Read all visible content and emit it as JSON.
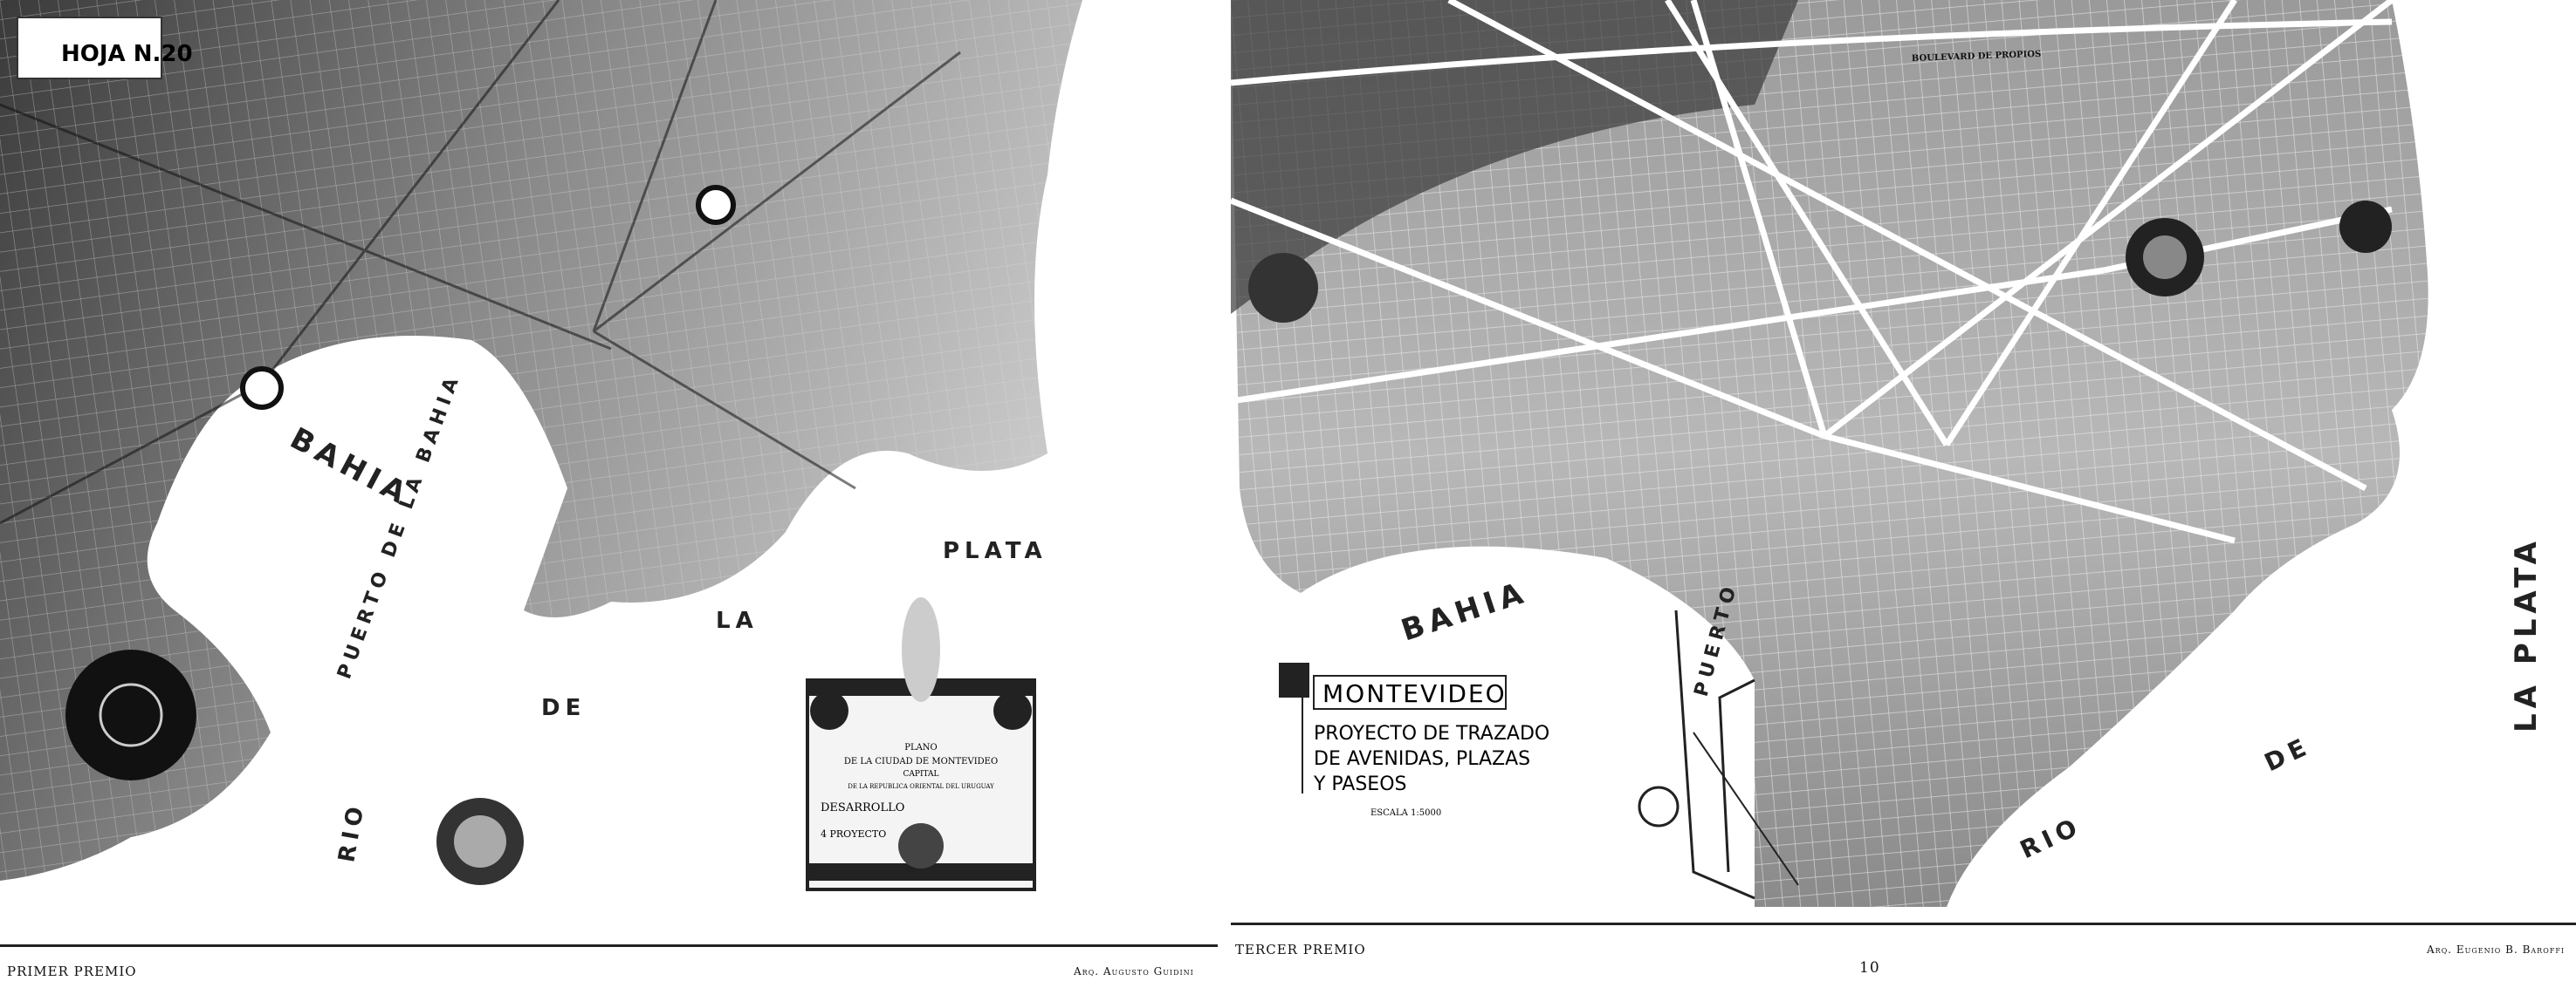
{
  "page_number": "10",
  "plates": [
    {
      "caption": "PRIMER PREMIO",
      "author": "Arq. Augusto Guidini",
      "sheet_label": "HOJA N.20",
      "labels": {
        "bay": "BAHIA",
        "port": "PUERTO DE LA BAHIA",
        "plata": "PLATA",
        "la": "LA",
        "de": "DE",
        "rio": "RIO"
      },
      "cartouche": {
        "lines": [
          "PLANO",
          "DE LA CIUDAD DE MONTEVIDEO",
          "CAPITAL",
          "DE LA REPUBLICA ORIENTAL DEL URUGUAY",
          "DESARROLLO",
          "4 PROYECTO"
        ]
      }
    },
    {
      "caption": "TERCER PREMIO",
      "author": "Arq. Eugenio B. Baroffi",
      "title": "MONTEVIDEO",
      "subtitle_lines": [
        "PROYECTO DE TRAZADO",
        "DE AVENIDAS, PLAZAS",
        "Y PASEOS"
      ],
      "scale": "ESCALA 1:5000",
      "labels": {
        "bay": "BAHIA",
        "port": "PUERTO",
        "rio": "RIO",
        "de": "DE",
        "la_plata": "LA PLATA",
        "boulevard": "BOULEVARD DE PROPIOS"
      }
    }
  ]
}
